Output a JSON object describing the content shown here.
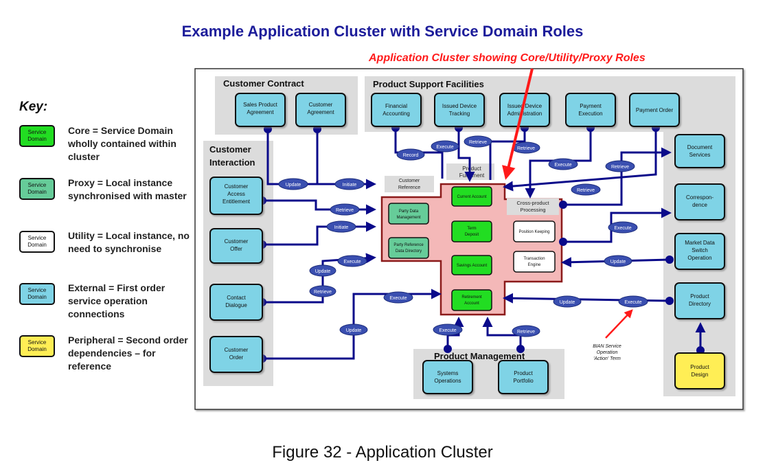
{
  "title": "Example Application Cluster with Service Domain Roles",
  "annotation": "Application Cluster showing Core/Utility/Proxy Roles",
  "caption": "Figure 32 - Application Cluster",
  "key": {
    "heading": "Key:",
    "box_label": "Service Domain",
    "items": [
      {
        "text": "Core = Service Domain wholly contained within cluster",
        "color": "#22dd22"
      },
      {
        "text": "Proxy = Local instance synchronised with master",
        "color": "#66cc99"
      },
      {
        "text": "Utility = Local instance, no need to synchronise",
        "color": "#ffffff"
      },
      {
        "text": "External = First order service operation connections",
        "color": "#7fd3e6"
      },
      {
        "text": "Peripheral = Second order dependencies – for reference",
        "color": "#ffee55"
      }
    ]
  },
  "groups": {
    "customer_contract": "Customer Contract",
    "product_support": "Product Support Facilities",
    "customer_interaction": "Customer Interaction",
    "product_management": "Product Management"
  },
  "boxes": {
    "sales_product_agreement": "Sales Product Agreement",
    "customer_agreement": "Customer Agreement",
    "financial_accounting": "Financial Accounting",
    "issued_device_tracking": "Issued Device Tracking",
    "issued_device_administration": "Issued Device Administration",
    "payment_execution": "Payment Execution",
    "payment_order": "Payment Order",
    "document_services": "Document Services",
    "correspondence": "Correspon- dence",
    "market_data": "Market Data Switch Operation",
    "product_directory": "Product Directory",
    "product_design": "Product Design",
    "customer_access": "Customer Access Entitlement",
    "customer_offer": "Customer Offer",
    "contact_dialogue": "Contact Dialogue",
    "customer_order": "Customer Order",
    "systems_operations": "Systems Operations",
    "product_portfolio": "Product Portfolio",
    "party_data": "Party Data Management",
    "party_reference": "Party Reference Data Directory",
    "current_account": "Current Account",
    "term_deposit": "Term Deposit",
    "savings_account": "Savings Account",
    "retirement_account": "Retirement Account",
    "position_keeping": "Position Keeping",
    "transaction_engine": "Transaction Engine"
  },
  "labels": {
    "product_fulfillment": "Product Fulfillment",
    "customer_reference": "Customer Reference",
    "cross_product": "Cross-product Processing",
    "bian_note": "BIAN Service Operation 'Action' Term"
  },
  "actions": {
    "record": "Record",
    "execute": "Execute",
    "retrieve": "Retrieve",
    "update": "Update",
    "initiate": "Initiate"
  },
  "colors": {
    "core": "#22dd22",
    "proxy": "#66cc99",
    "utility": "#ffffff",
    "external": "#7fd3e6",
    "peripheral": "#ffee55",
    "cluster_fill": "#f4b8b8",
    "cluster_border": "#8b1a1a",
    "connector": "#0a0a8a",
    "action_oval": "#3a4fb0",
    "group_fill": "#dcdcdc"
  }
}
